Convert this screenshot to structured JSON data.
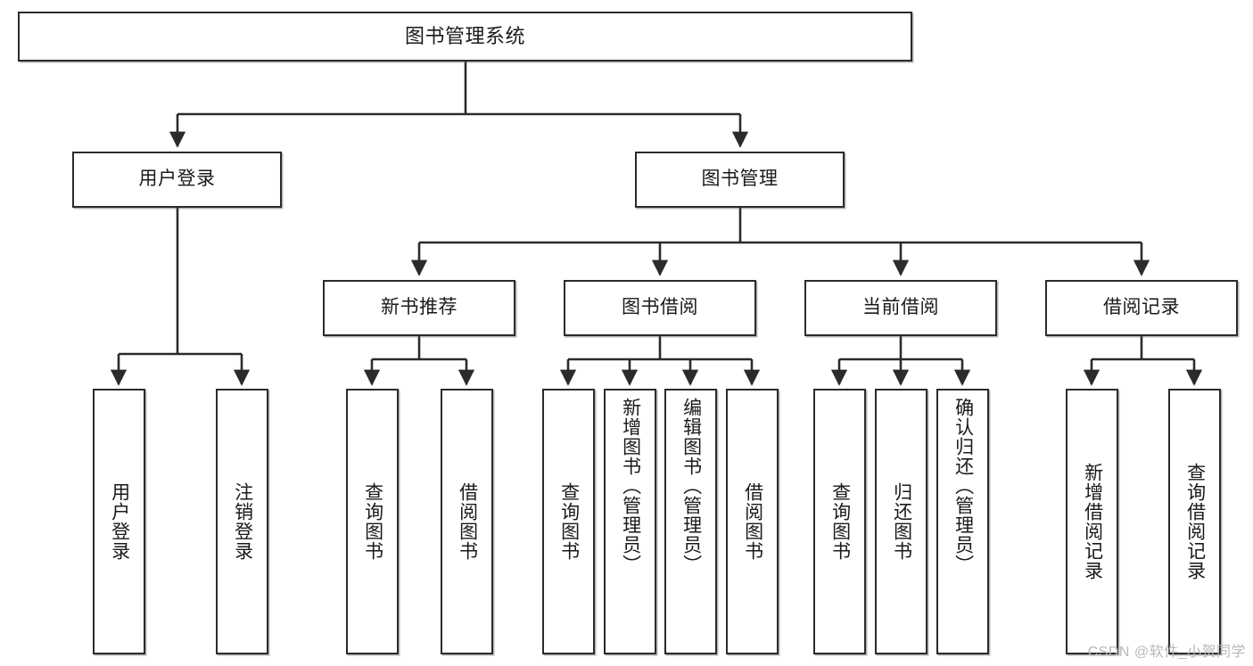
{
  "diagram": {
    "title": "图书管理系统",
    "type": "tree-hierarchy",
    "orientation": "top-down",
    "colors": {
      "node_border": "#2b2b2b",
      "node_fill": "#ffffff",
      "edge": "#2b2b2b",
      "text": "#1a1a1a",
      "watermark": "#b9b9b9",
      "background": "#ffffff"
    },
    "watermark": "CSDN @软件_小贺同学"
  },
  "nodes": {
    "root": {
      "label": "图书管理系统",
      "level": 1
    },
    "level2": [
      {
        "id": "user-login",
        "label": "用户登录"
      },
      {
        "id": "book-manage",
        "label": "图书管理"
      }
    ],
    "level3": [
      {
        "id": "new-book-recommend",
        "label": "新书推荐"
      },
      {
        "id": "book-borrow",
        "label": "图书借阅"
      },
      {
        "id": "current-borrow",
        "label": "当前借阅"
      },
      {
        "id": "borrow-record",
        "label": "借阅记录"
      }
    ],
    "leaves": {
      "user_login": [
        {
          "id": "leaf-user-login",
          "label": "用户登录"
        },
        {
          "id": "leaf-user-logout",
          "label": "注销登录"
        }
      ],
      "new_book_recommend": [
        {
          "id": "leaf-query-book-1",
          "label": "查询图书"
        },
        {
          "id": "leaf-borrow-book-1",
          "label": "借阅图书"
        }
      ],
      "book_borrow": [
        {
          "id": "leaf-query-book-2",
          "label": "查询图书"
        },
        {
          "id": "leaf-add-book",
          "label": "新增图书（管理员）"
        },
        {
          "id": "leaf-edit-book",
          "label": "编辑图书（管理员）"
        },
        {
          "id": "leaf-borrow-book-2",
          "label": "借阅图书"
        }
      ],
      "current_borrow": [
        {
          "id": "leaf-query-book-3",
          "label": "查询图书"
        },
        {
          "id": "leaf-return-book",
          "label": "归还图书"
        },
        {
          "id": "leaf-confirm-return",
          "label": "确认归还（管理员）"
        }
      ],
      "borrow_record": [
        {
          "id": "leaf-add-record",
          "label": "新增借阅记录"
        },
        {
          "id": "leaf-query-record",
          "label": "查询借阅记录"
        }
      ]
    }
  }
}
